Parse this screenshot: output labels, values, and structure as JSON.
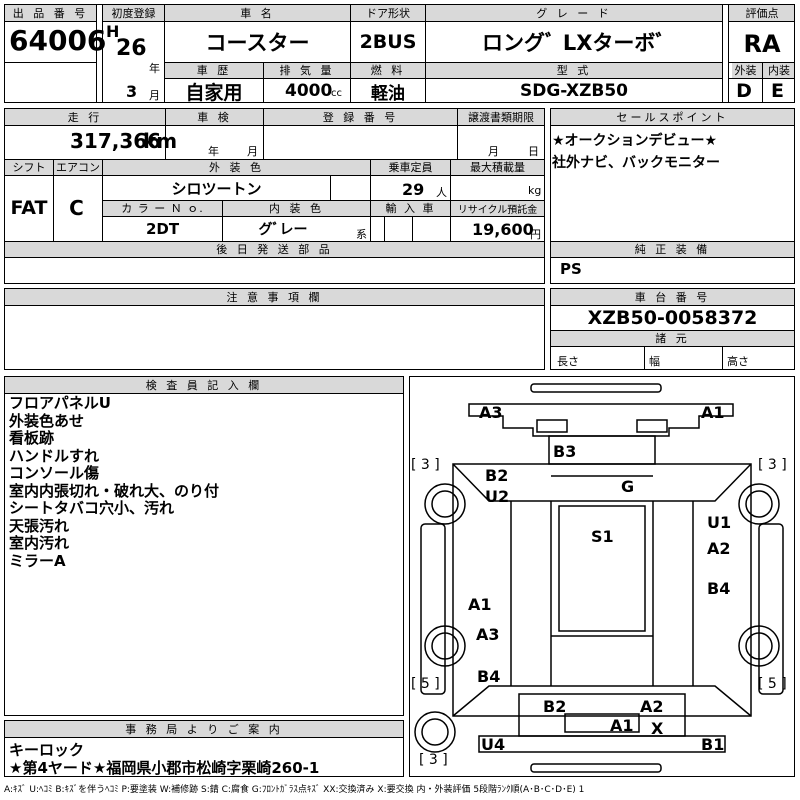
{
  "lot": {
    "label": "出 品 番 号",
    "value": "64006"
  },
  "first_reg": {
    "label": "初度登録",
    "era": "H",
    "year": "26",
    "year_unit": "年",
    "month": "3",
    "month_unit": "月"
  },
  "car_name": {
    "label": "車 名",
    "value": "コースター"
  },
  "door": {
    "label": "ドア形状",
    "value": "2BUS"
  },
  "grade": {
    "label": "グ レ ー ド",
    "value": "ロングﾞ LXターボﾞ"
  },
  "score": {
    "label": "評価点",
    "value": "RA",
    "ext_label": "外装",
    "ext_value": "D",
    "int_label": "内装",
    "int_value": "E"
  },
  "history": {
    "label": "車 歴",
    "value": "自家用"
  },
  "displacement": {
    "label": "排 気 量",
    "value": "4000",
    "unit": "cc"
  },
  "fuel": {
    "label": "燃 料",
    "value": "軽油"
  },
  "model": {
    "label": "型 式",
    "value": "SDG-XZB50"
  },
  "mileage": {
    "label": "走 行",
    "value": "317,366",
    "unit": "km"
  },
  "inspection": {
    "label": "車 検",
    "year_unit": "年",
    "month_unit": "月"
  },
  "registration": {
    "label": "登 録 番 号"
  },
  "transfer_deadline": {
    "label": "譲渡書類期限",
    "month_unit": "月",
    "day_unit": "日"
  },
  "sales_point": {
    "label": "セールスポイント",
    "lines": [
      "★オークションデビュー★",
      "社外ナビ、バックモニター"
    ]
  },
  "shift": {
    "label": "シフト",
    "value": "FAT"
  },
  "aircon": {
    "label": "エアコン",
    "value": "C"
  },
  "exterior_color": {
    "label": "外 装 色",
    "value": "シロツートン"
  },
  "capacity": {
    "label": "乗車定員",
    "value": "29",
    "unit": "人"
  },
  "max_load": {
    "label": "最大積載量",
    "unit": "kg"
  },
  "color_no": {
    "label": "カ ラ ー Ｎ ｏ.",
    "value": "2DT"
  },
  "interior_color": {
    "label": "内 装 色",
    "value": "グﾞレー",
    "unit": "系"
  },
  "import": {
    "label": "輸 入 車"
  },
  "recycle": {
    "label": "リサイクル預託金",
    "value": "19,600",
    "unit": "円"
  },
  "later_parts": {
    "label": "後 日 発 送 部 品"
  },
  "genuine_equipment": {
    "label": "純 正 装 備",
    "value": "PS"
  },
  "notes": {
    "label": "注 意 事 項 欄"
  },
  "chassis": {
    "label": "車 台 番 号",
    "value": "XZB50-0058372"
  },
  "specs": {
    "label": "諸 元",
    "length": "長さ",
    "width": "幅",
    "height": "高さ"
  },
  "inspector": {
    "label": "検 査 員 記 入 欄",
    "lines": [
      "フロアパネルU",
      "外装色あせ",
      "看板跡",
      "ハンドルすれ",
      "コンソール傷",
      "室内内張切れ・破れ大、のり付",
      "シートタバコ穴小、汚れ",
      "天張汚れ",
      "室内汚れ",
      "ミラーA"
    ]
  },
  "office": {
    "label": "事 務 局 よ り ご 案 内",
    "lines": [
      "キーロック",
      "★第4ヤード★福岡県小郡市松崎字栗崎260-1"
    ]
  },
  "diagram_marks": {
    "a3_top": "A3",
    "a1_top": "A1",
    "b3": "B3",
    "b2_left": "B2",
    "u2": "U2",
    "g": "G",
    "s1": "S1",
    "u1": "U1",
    "a2_right": "A2",
    "b4_right": "B4",
    "a1_mid": "A1",
    "a3_mid": "A3",
    "b4_left": "B4",
    "b2_rear": "B2",
    "a2_rear": "A2",
    "a1_rear": "A1",
    "x": "X",
    "u4": "U4",
    "b1": "B1",
    "tire_tl": "[ 3 ]",
    "tire_tr": "[ 3 ]",
    "tire_bl": "[ 5 ]",
    "tire_br": "[ 5 ]",
    "tire_spare": "[ 3 ]"
  },
  "legend": "A:ｷｽﾞ U:ﾍｺﾐ B:ｷｽﾞを伴うﾍｺﾐ P:要塗装 W:補修跡 S:錆 C:腐食 G:ﾌﾛﾝﾄｶﾞﾗｽ点ｷｽﾞ XX:交換済み X:要交換 内・外装評価 5段階ﾗﾝｸ順(A･B･C･D･E) 1"
}
